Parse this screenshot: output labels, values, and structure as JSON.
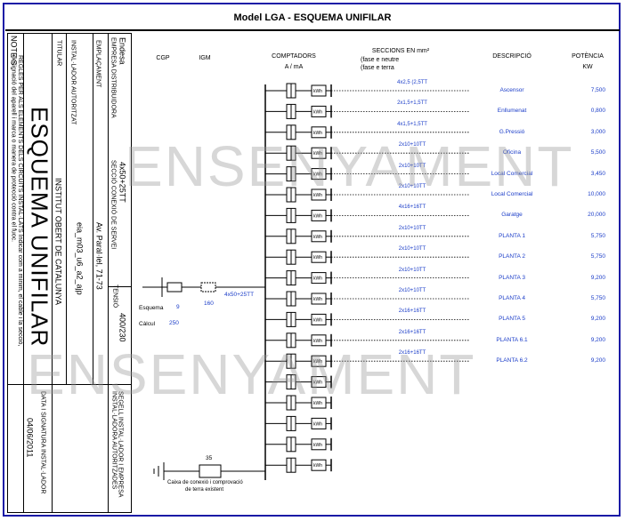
{
  "title": "Model LGA -  ESQUEMA UNIFILAR",
  "left_panel": {
    "notes_label": "NOTE S",
    "note_text": "REGLES PER ALS ELEMENTS DELS CIRCUITS INSTAL·LATS Indicar com a mínim, el cable i la secció, designació del aparell i marca o manera de protecció contra el fuoc.",
    "scheme_title": "ESQUEMA UNIFILAR",
    "owner_label": "TITULAR",
    "owner_value": "INSTITUT OBERT DE CATALUNYA",
    "installer_label": "INSTAL·LADOR AUTORITZAT",
    "installer_value": "eia_m03_u6_a2_ajp",
    "location_label": "EMPLAÇAMENT",
    "location_value": "Av. Paral·lel, 71-73",
    "distributor_label": "EMPRESA DISTRIBUIDORA",
    "distributor_value": "Endesa",
    "section_label": "SECCIÓ CONEXIÓ DE SERVEI",
    "section_value": "4x50+25TT",
    "voltage_label": "TENSIÓ",
    "voltage_value": "400/230",
    "seal_label": "SEGELL INSTAL·LADOR I EMPRESA INSTAL·LADORA AUTORITZADES",
    "date_label": "DATA I SIGNATURA INSTAL·LADOR",
    "date_value": "04/06/2011"
  },
  "headers": {
    "cgp": "CGP",
    "igm": "IGM",
    "meters": "COMPTADORS",
    "meters_unit": "A / mA",
    "sections": "SECCIONS EN mm²",
    "phase_neutral": "(fase e neutre",
    "phase_earth": "(fase e terra",
    "description": "DESCRIPCIÓ",
    "power": "POTÈNCIA",
    "power_unit": "KW"
  },
  "supply": {
    "feeder_section": "4x50+25TT",
    "igm_value": "160",
    "scheme_label": "Esquema",
    "scheme_value": "9",
    "cable_label": "Càlcul",
    "cable_value": "250",
    "earth_value": "35",
    "earth_caption_1": "Caixa de conexió i comprovació",
    "earth_caption_2": "de terra existent"
  },
  "meter_label": "kWh",
  "circuits": [
    {
      "section": "4x2,5 (2,5TT",
      "description": "Ascensor",
      "power": "7,500"
    },
    {
      "section": "2x1,5+1,5TT",
      "description": "Enllumenat",
      "power": "0,800"
    },
    {
      "section": "4x1,5+1,5TT",
      "description": "G.Pressió",
      "power": "3,000"
    },
    {
      "section": "2x10+10TT",
      "description": "Oficina",
      "power": "5,500"
    },
    {
      "section": "2x10+10TT",
      "description": "Local Comercial",
      "power": "3,450"
    },
    {
      "section": "2x10+10TT",
      "description": "Local Comercial",
      "power": "10,000"
    },
    {
      "section": "4x16+16TT",
      "description": "Garatge",
      "power": "20,000"
    },
    {
      "section": "2x10+10TT",
      "description": "PLANTA 1",
      "power": "5,750"
    },
    {
      "section": "2x10+10TT",
      "description": "PLANTA 2",
      "power": "5,750"
    },
    {
      "section": "2x10+10TT",
      "description": "PLANTA 3",
      "power": "9,200"
    },
    {
      "section": "2x10+10TT",
      "description": "PLANTA 4",
      "power": "5,750"
    },
    {
      "section": "2x16+16TT",
      "description": "PLANTA 5",
      "power": "9,200"
    },
    {
      "section": "2x16+16TT",
      "description": "PLANTA 6.1",
      "power": "9,200"
    },
    {
      "section": "2x16+16TT",
      "description": "PLANTA 6.2",
      "power": "9,200"
    }
  ],
  "watermark": "ENSENYAMENT"
}
